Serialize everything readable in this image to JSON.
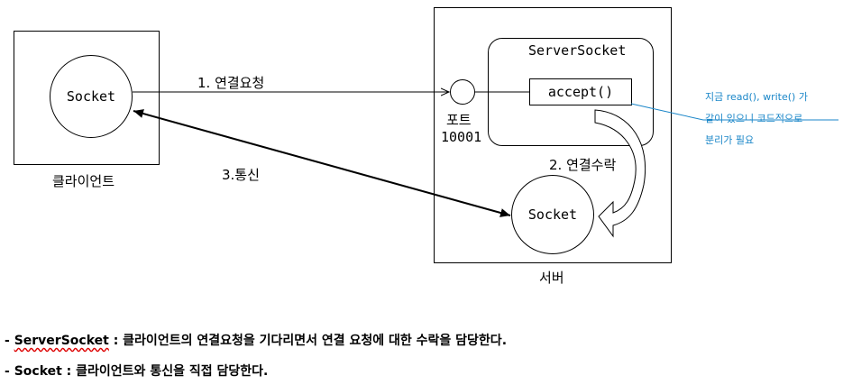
{
  "client": {
    "socket_label": "Socket",
    "caption": "클라이언트"
  },
  "server": {
    "serversocket_label": "ServerSocket",
    "accept_label": "accept()",
    "port_label": "포트",
    "port_number": "10001",
    "socket_label": "Socket",
    "caption": "서버"
  },
  "arrows": {
    "step1": "1. 연결요청",
    "step2": "2. 연결수락",
    "step3": "3.통신"
  },
  "note": {
    "line1": "지금  read(), write() 가",
    "line2": "같이 있으니 코드적으로",
    "line3": "분리가 필요"
  },
  "bullets": [
    {
      "prefix": "- ",
      "term": "ServerSocket",
      "desc": " : 클라이언트의 연결요청을 기다리면서 연결 요청에 대한 수락을 담당한다."
    },
    {
      "prefix": "- ",
      "term": "Socket",
      "desc": " : 클라이언트와  통신을  직접 담당한다."
    }
  ],
  "colors": {
    "note": "#1a86c8",
    "spellcheck": "#d00000"
  }
}
